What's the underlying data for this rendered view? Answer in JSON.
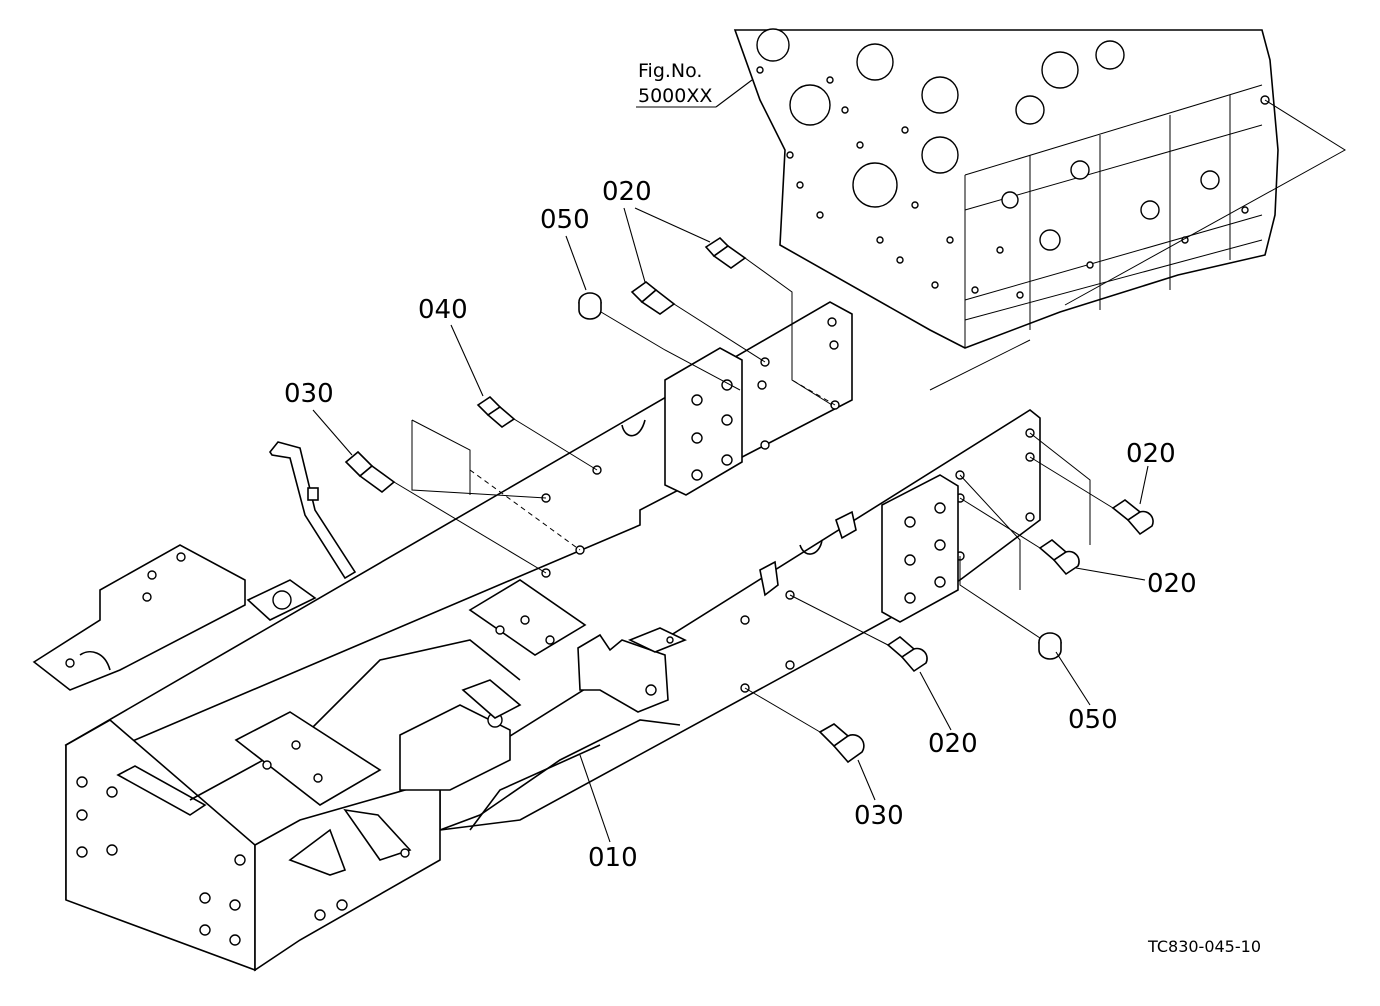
{
  "diagram": {
    "figure_reference": {
      "line1": "Fig.No.",
      "line2": "5000XX"
    },
    "drawing_code": "TC830-045-10",
    "callouts": [
      {
        "id": "c-050-top",
        "text": "050"
      },
      {
        "id": "c-020-top",
        "text": "020"
      },
      {
        "id": "c-040",
        "text": "040"
      },
      {
        "id": "c-030-left",
        "text": "030"
      },
      {
        "id": "c-020-r1",
        "text": "020"
      },
      {
        "id": "c-020-r2",
        "text": "020"
      },
      {
        "id": "c-020-mid",
        "text": "020"
      },
      {
        "id": "c-050-right",
        "text": "050"
      },
      {
        "id": "c-030-bottom",
        "text": "030"
      },
      {
        "id": "c-010",
        "text": "010"
      }
    ]
  }
}
